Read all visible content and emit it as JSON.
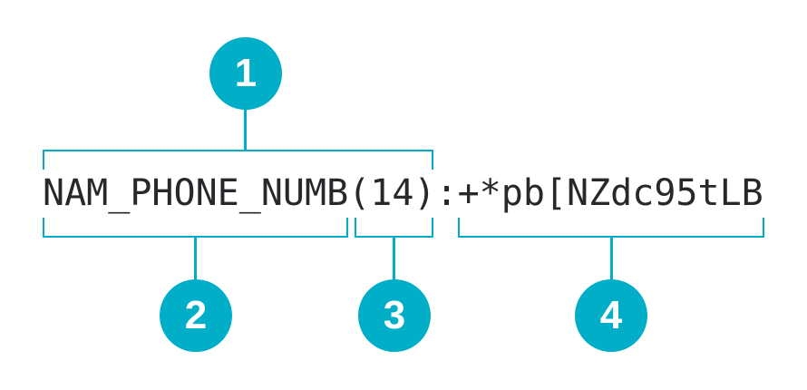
{
  "colors": {
    "accent": "#00AEC7",
    "text": "#26282B",
    "background": "#FFFFFF",
    "badge_text": "#FFFFFF"
  },
  "code_line": {
    "field_name": "NAM_PHONE_NUMB",
    "length": "(14)",
    "separator": ":",
    "value": "+*pb[NZdc95tLB",
    "full_text": "NAM_PHONE_NUMB(14):+*pb[NZdc95tLB"
  },
  "callouts": [
    {
      "number": "1"
    },
    {
      "number": "2"
    },
    {
      "number": "3"
    },
    {
      "number": "4"
    }
  ]
}
